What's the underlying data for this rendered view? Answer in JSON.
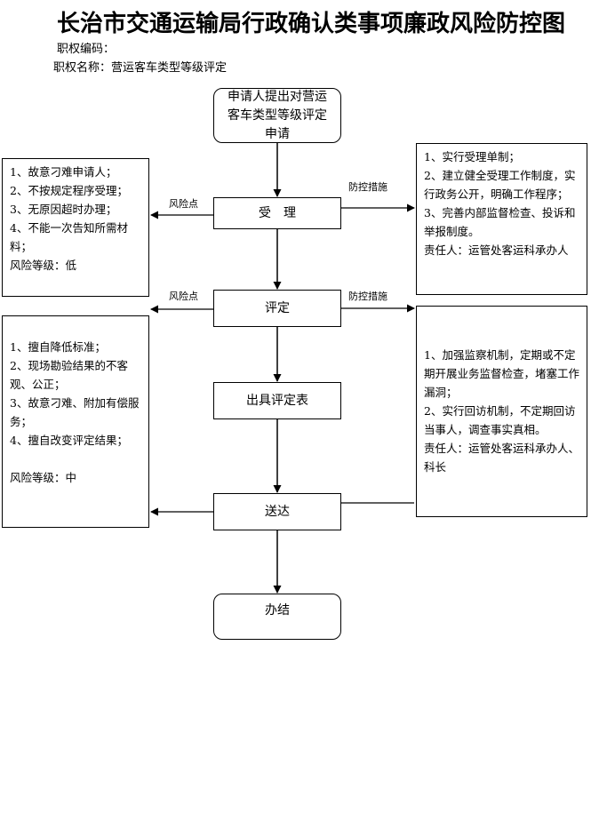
{
  "title": "长治市交通运输局行政确认类事项廉政风险防控图",
  "power_code_label": "职权编码：",
  "power_name_label": "职权名称：营运客车类型等级评定",
  "nodes": {
    "apply": "申请人提出对营运客车类型等级评定申请",
    "accept": "受　理",
    "evaluate": "评定",
    "issue": "出具评定表",
    "deliver": "送达",
    "finish": "办结"
  },
  "edge_labels": {
    "risk_point_1": "风险点",
    "control_1": "防控措施",
    "risk_point_2": "风险点",
    "control_2": "防控措施"
  },
  "risk_panel_1": [
    "1、故意刁难申请人；",
    "2、不按规定程序受理；",
    "3、无原因超时办理；",
    "4、不能一次告知所需材料；",
    "风险等级：低"
  ],
  "control_panel_1": [
    "1、实行受理单制；",
    "2、建立健全受理工作制度，实行政务公开，明确工作程序；",
    "3、完善内部监督检查、投诉和举报制度。",
    "责任人：运管处客运科承办人"
  ],
  "risk_panel_2": [
    "1、擅自降低标准；",
    "2、现场勘验结果的不客观、公正；",
    "3、故意刁难、附加有偿服务；",
    "4、擅自改变评定结果；",
    "风险等级：中"
  ],
  "control_panel_2": [
    "1、加强监察机制，定期或不定期开展业务监督检查，堵塞工作漏洞；",
    "2、实行回访机制，不定期回访当事人，调查事实真相。",
    "责任人：运管处客运科承办人、科长"
  ]
}
